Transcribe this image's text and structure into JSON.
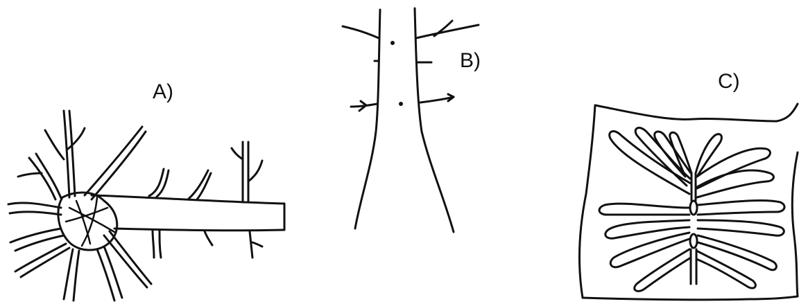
{
  "figure": {
    "panels": [
      {
        "id": "a",
        "label": "A)"
      },
      {
        "id": "b",
        "label": "B)"
      },
      {
        "id": "c",
        "label": "C)"
      }
    ]
  }
}
